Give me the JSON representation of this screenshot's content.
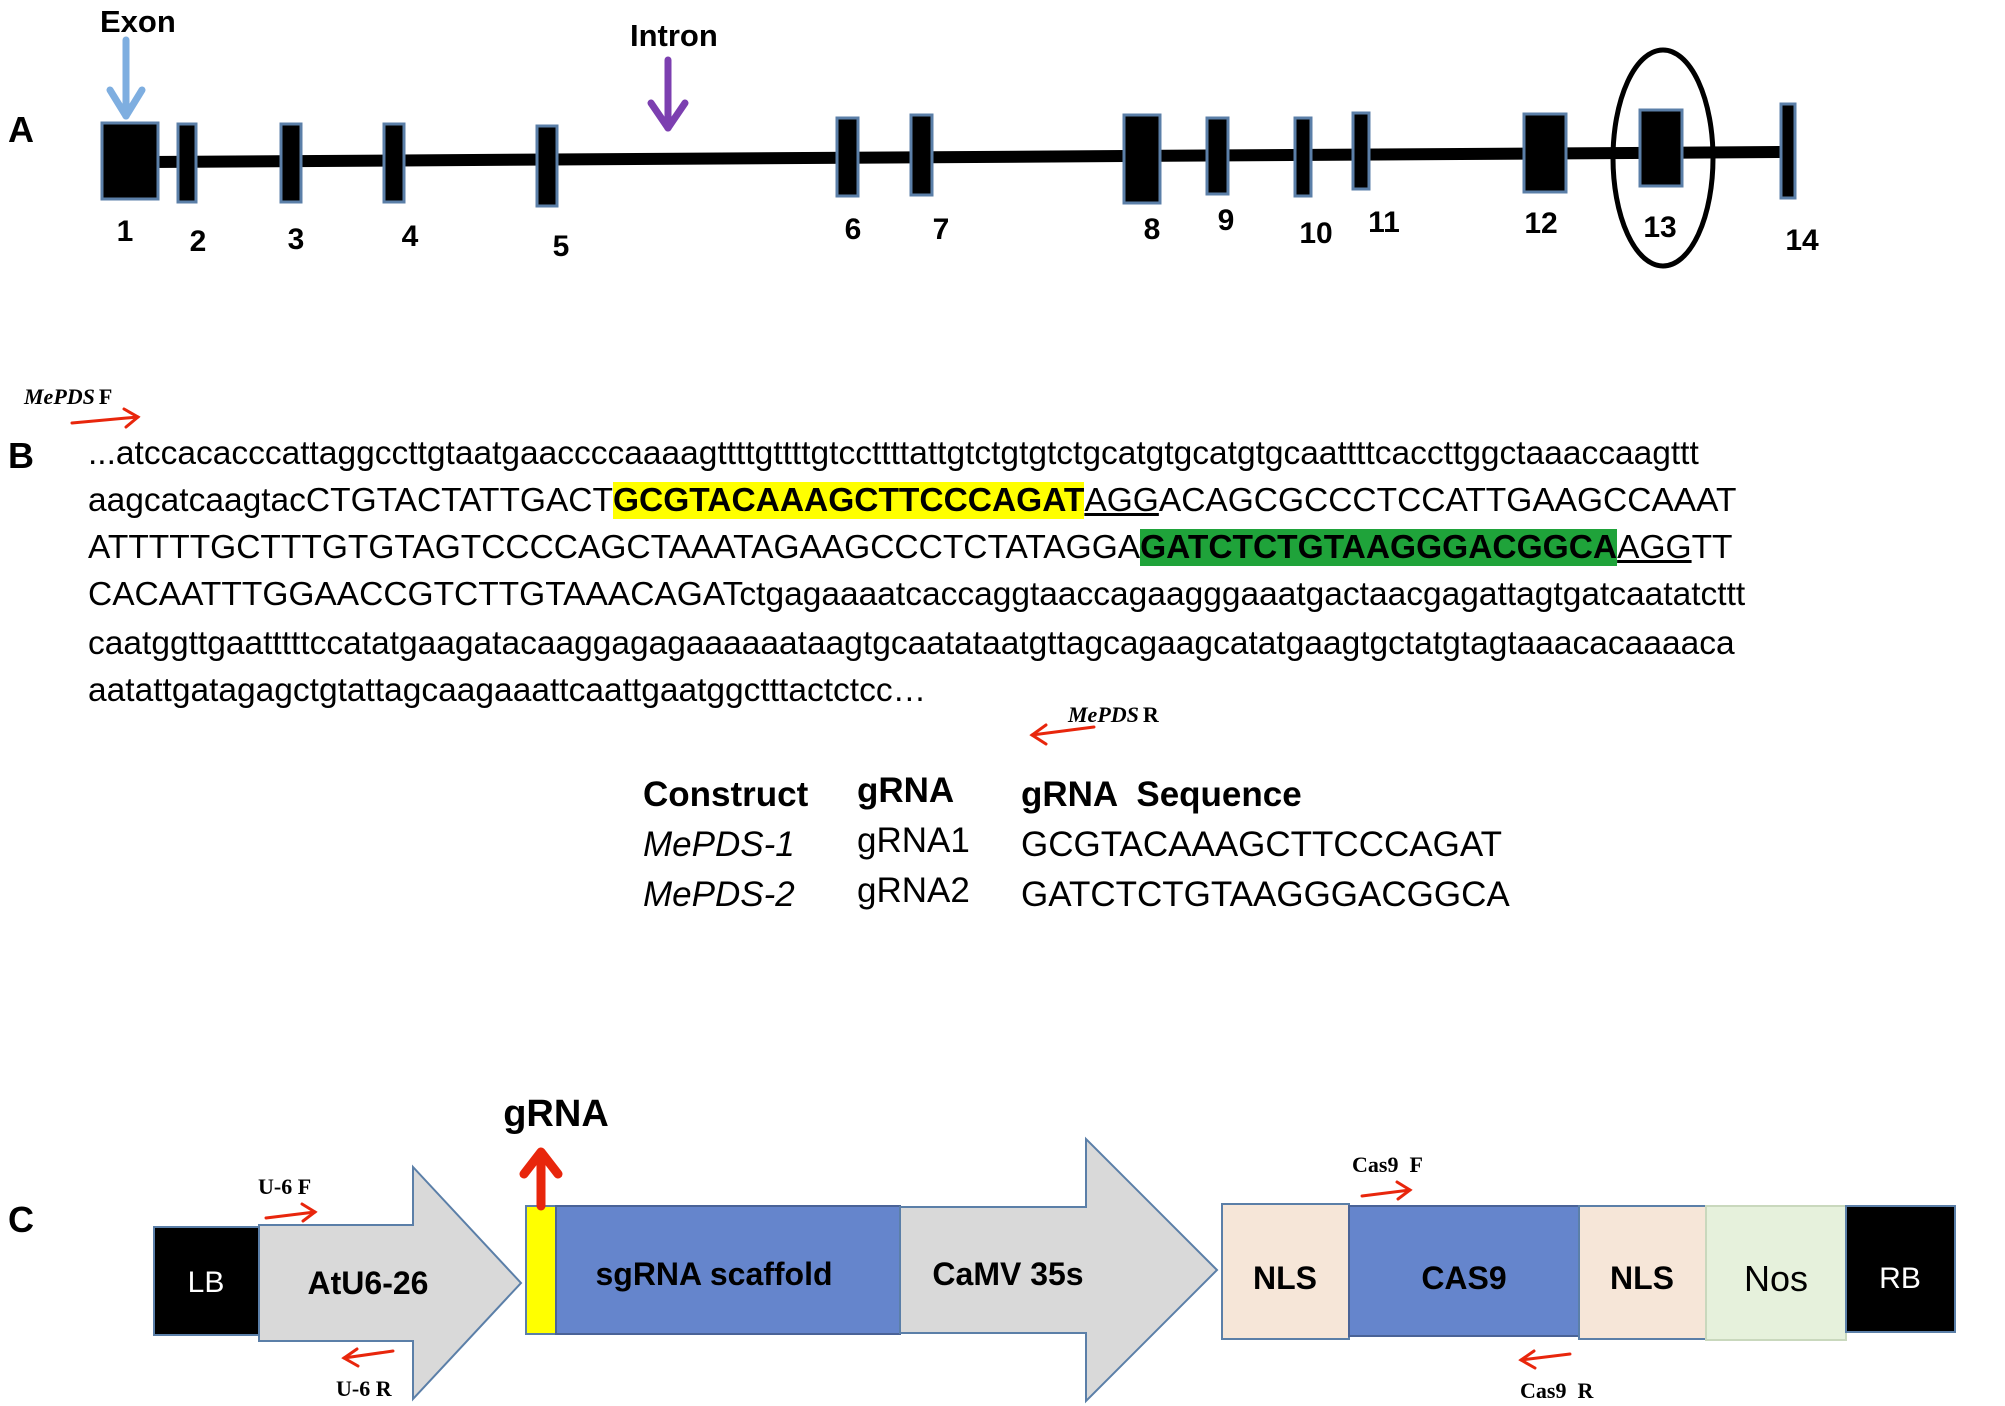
{
  "panel_a": {
    "label": "A",
    "exon_callout": "Exon",
    "intron_callout": "Intron",
    "exons": [
      {
        "num": "1"
      },
      {
        "num": "2"
      },
      {
        "num": "3"
      },
      {
        "num": "4"
      },
      {
        "num": "5"
      },
      {
        "num": "6"
      },
      {
        "num": "7"
      },
      {
        "num": "8"
      },
      {
        "num": "9"
      },
      {
        "num": "10"
      },
      {
        "num": "11"
      },
      {
        "num": "12"
      },
      {
        "num": "13"
      },
      {
        "num": "14"
      }
    ],
    "circled_exon": "13"
  },
  "panel_b": {
    "label": "B",
    "primer_f": {
      "name": "MePDS",
      "suffix": "F"
    },
    "primer_r": {
      "name": "MePDS",
      "suffix": "R"
    },
    "lines": [
      [
        {
          "t": "...atccacacccattaggccttgtaatgaaccccaaaagttttgttttgtccttttattgtctgtgtctgcatgtgcatgtgcaattttcaccttggctaaaccaagttt",
          "s": "plain"
        }
      ],
      [
        {
          "t": "aagcatcaagtacCTGTACTATTGACT",
          "s": "plain"
        },
        {
          "t": "GCGTACAAAGCTTCCCAGAT",
          "s": "yellow"
        },
        {
          "t": "AGG",
          "s": "pam"
        },
        {
          "t": "ACAGCGCCCTCCATTGAAGCCAAAT",
          "s": "plain"
        }
      ],
      [
        {
          "t": "ATTTTTGCTTTGTGTAGTCCCCAGCTAAATAGAAGCCCTCTATAGGA",
          "s": "plain"
        },
        {
          "t": "GATCTCTGTAAGGGACGGCA",
          "s": "green"
        },
        {
          "t": "AGG",
          "s": "pam"
        },
        {
          "t": "TT",
          "s": "plain"
        }
      ],
      [
        {
          "t": "CACAATTTGGAACCGTCTTGTAAACAGATctgagaaaatcaccaggtaaccagaagggaaatgactaacgagattagtgatcaatatcttt",
          "s": "plain"
        }
      ],
      [
        {
          "t": "caatggttgaatttttccatatgaagatacaaggagagaaaaaataagtgcaatataatgttagcagaagcatatgaagtgctatgtagtaaacacaaaaca",
          "s": "plain"
        }
      ],
      [
        {
          "t": "aatattgatagagctgtattagcaagaaattcaattgaatggctttactctcc…",
          "s": "plain"
        }
      ]
    ],
    "table": {
      "headers": [
        "Construct",
        "gRNA",
        "gRNA  Sequence"
      ],
      "rows": [
        [
          "MePDS-1",
          "gRNA1",
          "GCGTACAAAGCTTCCCAGAT"
        ],
        [
          "MePDS-2",
          "gRNA2",
          "GATCTCTGTAAGGGACGGCA"
        ]
      ]
    }
  },
  "panel_c": {
    "label": "C",
    "grna_label": "gRNA",
    "primers": {
      "u6_f": "U-6 F",
      "u6_r": "U-6 R",
      "cas9_f": "Cas9  F",
      "cas9_r": "Cas9  R"
    },
    "elements": {
      "lb": "LB",
      "atu6": "AtU6-26",
      "scaffold": "sgRNA scaffold",
      "camv": "CaMV 35s",
      "nls1": "NLS",
      "cas9": "CAS9",
      "nls2": "NLS",
      "nos": "Nos",
      "rb": "RB"
    }
  },
  "colors": {
    "exon_arrow": "#7eaee0",
    "intron_arrow": "#7c3fb0",
    "primer_arrow": "#e8260c",
    "grna_yellow": "#ffff00",
    "grna_green": "#1fa33a",
    "blue_box": "#6585cc",
    "grey_arrow": "#d9d9d9",
    "nls_box": "#f6e6d8",
    "nos_box": "#e6f1dc"
  }
}
